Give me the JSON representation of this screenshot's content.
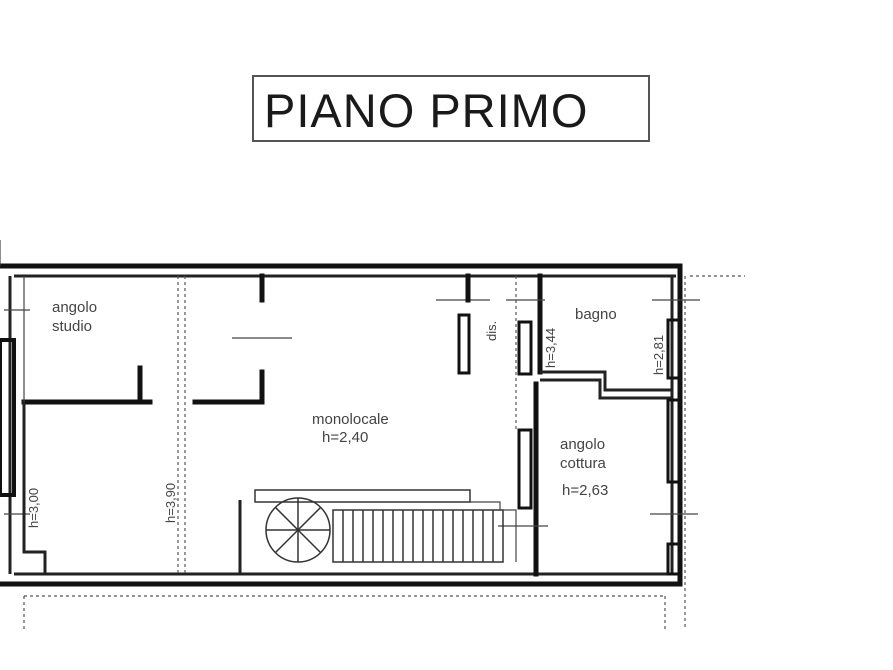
{
  "title": "PIANO PRIMO",
  "rooms": {
    "angolo_studio": [
      "angolo",
      "studio"
    ],
    "monolocale": [
      "monolocale",
      "h=2,40"
    ],
    "bagno": "bagno",
    "angolo_cottura": [
      "angolo",
      "cottura",
      "h=2,63"
    ],
    "dis": "dis."
  },
  "heights": {
    "left_wall": "h=3,00",
    "center": "h=3,90",
    "bagno_side": "h=3,44",
    "bagno_right": "h=2,81"
  }
}
